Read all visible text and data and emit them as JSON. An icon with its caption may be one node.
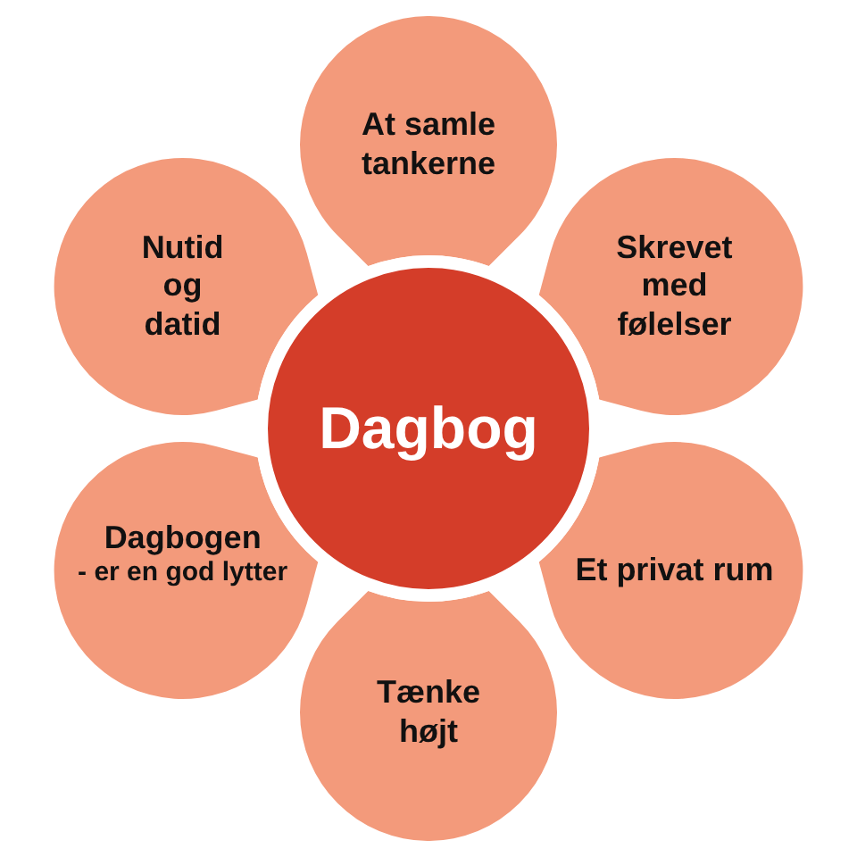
{
  "diagram": {
    "nodes": [
      {
        "text": [
          "At samle tankerne"
        ]
      },
      {
        "text": [
          "Nutid og datid"
        ]
      },
      {
        "text": [
          "Skrevet med følelser"
        ]
      },
      {
        "text": [
          "Dagbog"
        ]
      },
      {
        "text": [
          "Dagbogen",
          "- er en god lytter"
        ]
      },
      {
        "text": [
          "Et privat rum"
        ]
      },
      {
        "text": [
          "Tænke højt"
        ]
      }
    ]
  }
}
